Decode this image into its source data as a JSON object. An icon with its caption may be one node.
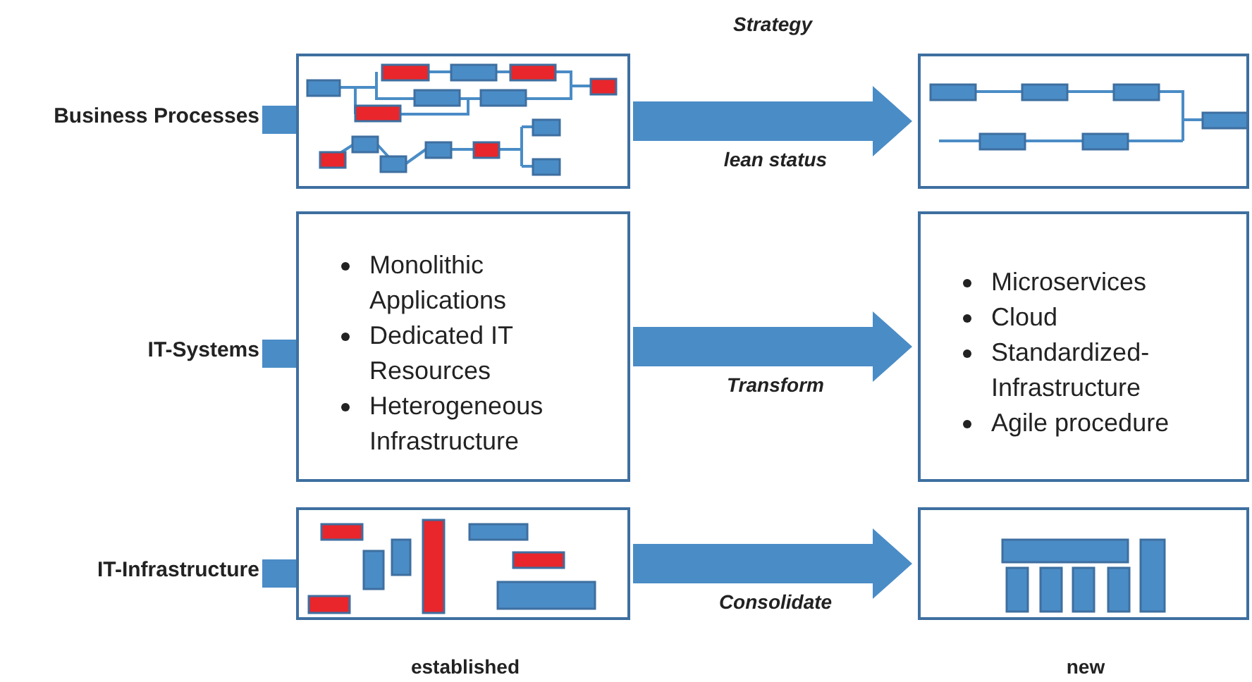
{
  "diagram": {
    "nodes": [
      {
        "text": [
          "Business Processes"
        ]
      },
      {
        "text": [],
        "shape": "picture"
      },
      {
        "text": [],
        "shape": "picture"
      },
      {
        "text": [
          "IT-Systems"
        ]
      },
      {
        "text": [
          "Monolithic Applications",
          "Dedicated IT Resources",
          "Heterogeneous Infrastructure"
        ]
      },
      {
        "text": [
          "Microservices",
          "Cloud",
          "Standardized-Infrastructure",
          "Agile procedure"
        ]
      },
      {
        "text": [
          "IT-Infrastructure"
        ]
      },
      {
        "text": [],
        "shape": "picture"
      },
      {
        "text": [],
        "shape": "picture"
      }
    ],
    "edges": [
      {
        "from": 0,
        "to": 1,
        "arrow": "none"
      },
      {
        "from": 1,
        "to": 2,
        "arrow": "to",
        "label": "lean status"
      },
      {
        "from": 3,
        "to": 4,
        "arrow": "none"
      },
      {
        "from": 4,
        "to": 5,
        "arrow": "to",
        "label": "Transform"
      },
      {
        "from": 6,
        "to": 7,
        "arrow": "none"
      },
      {
        "from": 7,
        "to": 8,
        "arrow": "to",
        "label": "Consolidate"
      }
    ],
    "labels": [
      "Strategy",
      "established",
      "new"
    ]
  }
}
